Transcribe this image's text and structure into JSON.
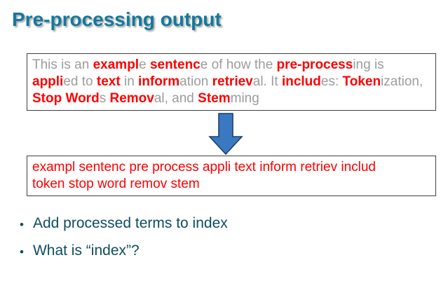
{
  "title": "Pre-processing output",
  "colors": {
    "title_teal": "#14789E",
    "bullet_teal": "#0D4D5F",
    "stem_red": "#FF0000",
    "suffix_gray": "#9c9c9c",
    "arrow_fill": "#3A79C2",
    "arrow_border": "#1E3E67",
    "box_border": "#3f3f3f"
  },
  "input_box": {
    "segments": [
      {
        "text": "This is an ",
        "style": "gray"
      },
      {
        "text": "exampl",
        "style": "red"
      },
      {
        "text": "e ",
        "style": "gray"
      },
      {
        "text": "sentenc",
        "style": "red"
      },
      {
        "text": "e of how the ",
        "style": "gray"
      },
      {
        "text": "pre-process",
        "style": "red"
      },
      {
        "text": "ing is ",
        "style": "gray"
      },
      {
        "text": "appli",
        "style": "red"
      },
      {
        "text": "ed to ",
        "style": "gray"
      },
      {
        "text": "text",
        "style": "red"
      },
      {
        "text": " in ",
        "style": "gray"
      },
      {
        "text": "inform",
        "style": "red"
      },
      {
        "text": "ation ",
        "style": "gray"
      },
      {
        "text": "retriev",
        "style": "red"
      },
      {
        "text": "al. It ",
        "style": "gray"
      },
      {
        "text": "includ",
        "style": "red"
      },
      {
        "text": "es: ",
        "style": "gray"
      },
      {
        "text": "Token",
        "style": "red"
      },
      {
        "text": "ization, ",
        "style": "gray"
      },
      {
        "text": "Stop Word",
        "style": "red"
      },
      {
        "text": "s ",
        "style": "gray"
      },
      {
        "text": "Remov",
        "style": "red"
      },
      {
        "text": "al, and ",
        "style": "gray"
      },
      {
        "text": "Stem",
        "style": "red"
      },
      {
        "text": "ming",
        "style": "gray"
      }
    ]
  },
  "arrow_icon": "down-arrow",
  "output_box": {
    "lines": [
      "exampl sentenc pre process appli text inform retriev includ",
      "token stop word remov stem"
    ]
  },
  "bullets": [
    "Add processed terms to index",
    "What is “index”?"
  ],
  "bullet_glyph": "•"
}
